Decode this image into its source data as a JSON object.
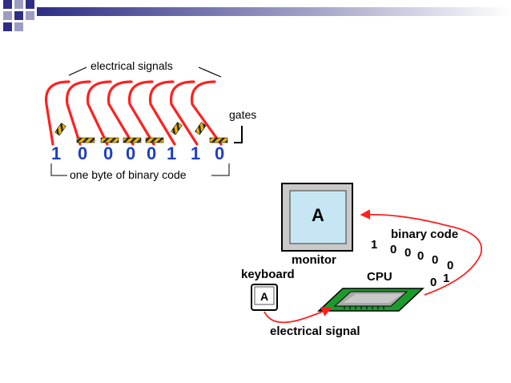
{
  "byte_diagram": {
    "top_label": "electrical signals",
    "gates_label": "gates",
    "bottom_label": "one byte of binary code",
    "bits": [
      "1",
      "0",
      "0",
      "0",
      "0",
      "1",
      "1",
      "0"
    ]
  },
  "computer_diagram": {
    "monitor_letter": "A",
    "monitor_label": "monitor",
    "keyboard_label": "keyboard",
    "key_letter": "A",
    "cpu_label": "CPU",
    "binary_label": "binary code",
    "signal_label": "electrical signal",
    "binary_sequence": [
      "1",
      "0",
      "0",
      "0",
      "0",
      "0",
      "0",
      "1"
    ]
  },
  "colors": {
    "wire": "#ff2020",
    "bit": "#1f3fbf",
    "gate_yellow": "#e8b400",
    "header_gradient_left": "#2a2a80"
  }
}
